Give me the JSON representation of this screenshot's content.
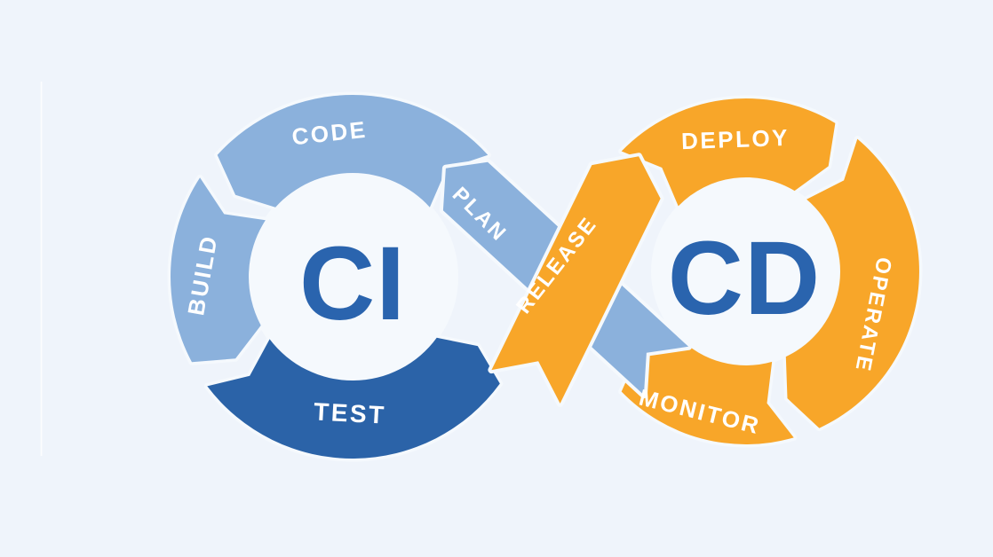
{
  "diagram": {
    "type": "ci-cd-infinity-loop",
    "left_loop_title": "CI",
    "right_loop_title": "CD",
    "stages": {
      "plan": "PLAN",
      "code": "CODE",
      "build": "BUILD",
      "test": "TEST",
      "release": "RELEASE",
      "deploy": "DEPLOY",
      "operate": "OPERATE",
      "monitor": "MONITOR"
    }
  },
  "colors": {
    "background": "#EFF4FB",
    "surface_gap": "#F5F9FD",
    "light_blue": "#8BB1DC",
    "dark_blue": "#2B63A8",
    "orange": "#F8A629",
    "title_blue": "#2A64AE",
    "label_text": "#FFFFFF",
    "divider_line": "#FFFFFF"
  }
}
